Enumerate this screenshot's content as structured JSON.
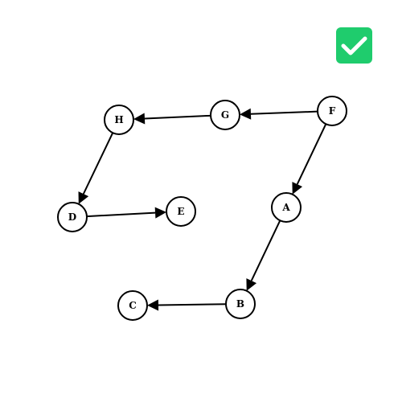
{
  "status": {
    "icon": "checkmark-icon",
    "color": "#1fcc6d",
    "mark_color": "#ffffff"
  },
  "graph": {
    "nodes": [
      {
        "id": "F",
        "label": "F"
      },
      {
        "id": "G",
        "label": "G"
      },
      {
        "id": "H",
        "label": "H"
      },
      {
        "id": "A",
        "label": "A"
      },
      {
        "id": "D",
        "label": "D"
      },
      {
        "id": "E",
        "label": "E"
      },
      {
        "id": "B",
        "label": "B"
      },
      {
        "id": "C",
        "label": "C"
      }
    ],
    "edges": [
      {
        "from": "F",
        "to": "G"
      },
      {
        "from": "G",
        "to": "H"
      },
      {
        "from": "H",
        "to": "D"
      },
      {
        "from": "D",
        "to": "E"
      },
      {
        "from": "F",
        "to": "A"
      },
      {
        "from": "A",
        "to": "B"
      },
      {
        "from": "B",
        "to": "C"
      }
    ]
  }
}
